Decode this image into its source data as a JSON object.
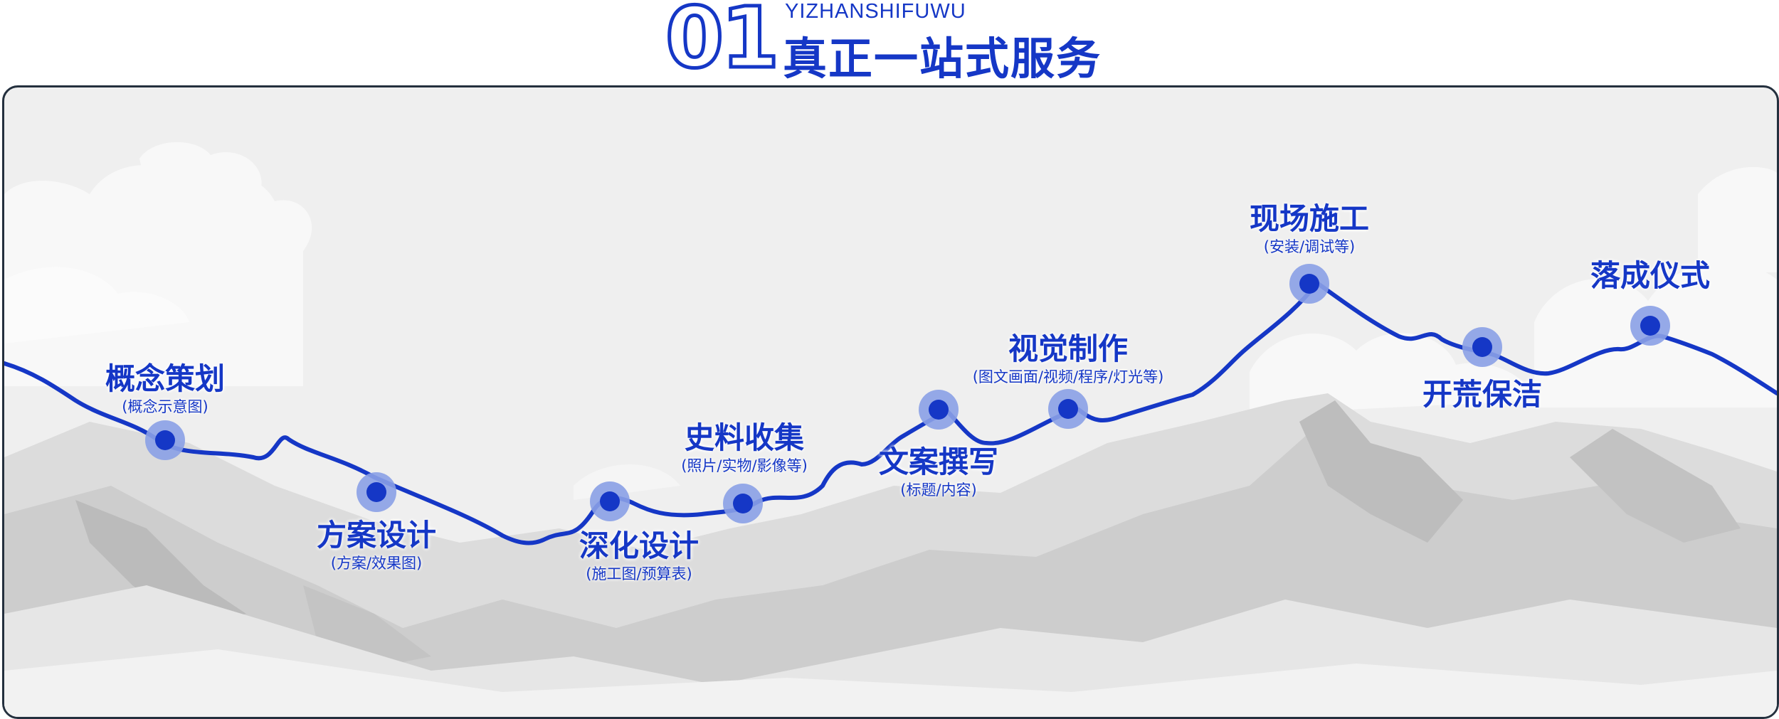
{
  "header": {
    "number": "01",
    "subtitle": "YIZHANSHIFUWU",
    "title": "真正一站式服务"
  },
  "colors": {
    "accent": "#1537c6",
    "halo": "#8aa0e6",
    "border": "#24303e",
    "panel_bg": "#efefef"
  },
  "steps": [
    {
      "label": "概念策划",
      "note": "(概念示意图)"
    },
    {
      "label": "方案设计",
      "note": "(方案/效果图)"
    },
    {
      "label": "深化设计",
      "note": "(施工图/预算表)"
    },
    {
      "label": "史料收集",
      "note": "(照片/实物/影像等)"
    },
    {
      "label": "文案撰写",
      "note": "(标题/内容)"
    },
    {
      "label": "视觉制作",
      "note": "(图文画面/视频/程序/灯光等)"
    },
    {
      "label": "现场施工",
      "note": "(安装/调试等)"
    },
    {
      "label": "开荒保洁",
      "note": ""
    },
    {
      "label": "落成仪式",
      "note": ""
    }
  ]
}
